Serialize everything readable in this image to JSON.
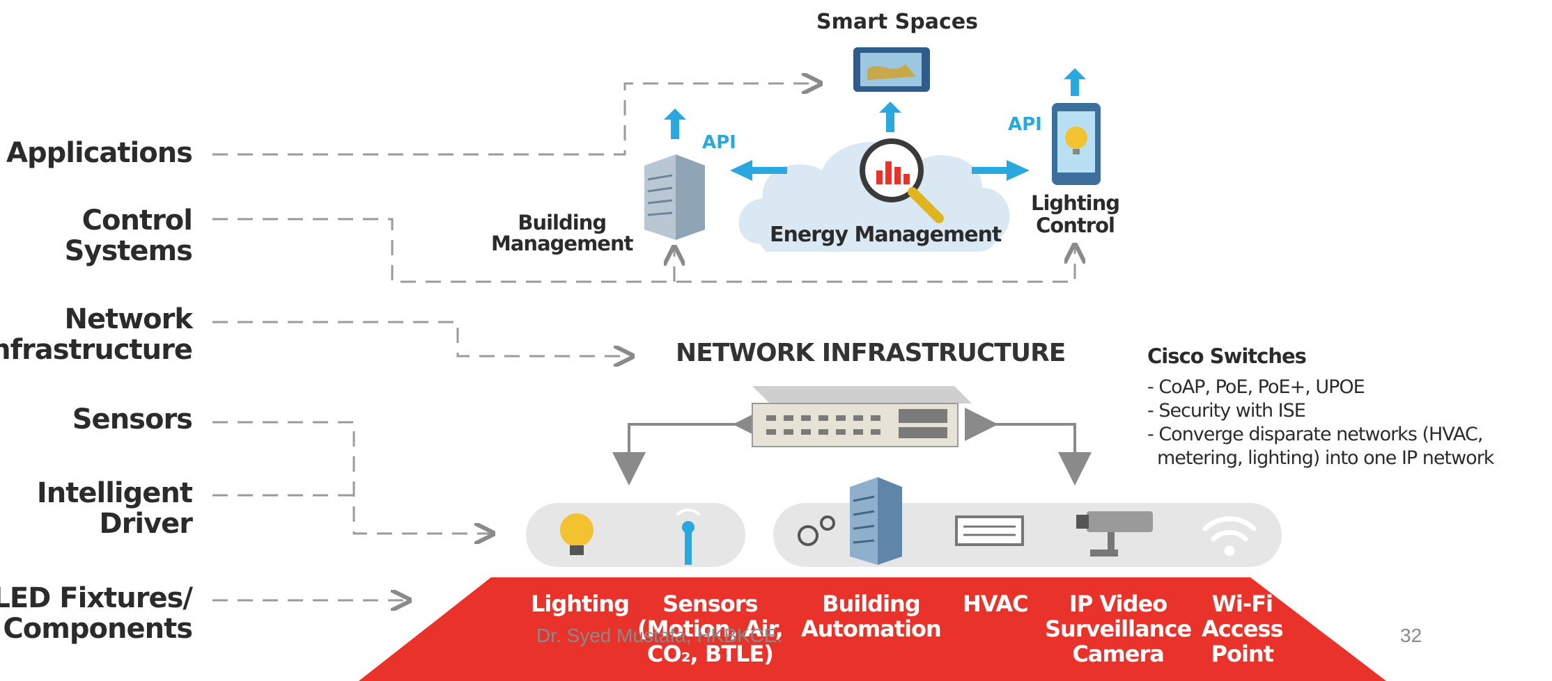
{
  "levels": {
    "applications": "Applications",
    "control_line1": "Control",
    "control_line2": "Systems",
    "network_line1": "Network",
    "network_line2": "Infrastructure",
    "sensors": "Sensors",
    "driver_line1": "Intelligent",
    "driver_line2": "Driver",
    "led_line1": "LED Fixtures/",
    "led_line2": "Components"
  },
  "apps": {
    "smart_spaces": "Smart Spaces",
    "building_line1": "Building",
    "building_line2": "Management",
    "energy": "Energy Management",
    "lighting_line1": "Lighting",
    "lighting_line2": "Control",
    "api_left": "API",
    "api_right": "API"
  },
  "network": {
    "title": "NETWORK INFRASTRUCTURE",
    "cisco_title": "Cisco Switches",
    "cisco_items": [
      "- CoAP, PoE, PoE+, UPOE",
      "- Security with ISE",
      "- Converge disparate networks (HVAC,",
      "  metering, lighting) into one IP network"
    ]
  },
  "components": [
    {
      "line1": "Lighting",
      "line2": "",
      "line3": ""
    },
    {
      "line1": "Sensors",
      "line2": "(Motion, Air,",
      "line3": "CO₂, BTLE)"
    },
    {
      "line1": "Building",
      "line2": "Automation",
      "line3": ""
    },
    {
      "line1": "HVAC",
      "line2": "",
      "line3": ""
    },
    {
      "line1": "IP Video",
      "line2": "Surveillance",
      "line3": "Camera"
    },
    {
      "line1": "Wi-Fi",
      "line2": "Access",
      "line3": "Point"
    }
  ],
  "footer": {
    "author": "Dr. Syed Mustafa, HKBKCE.",
    "page": "32"
  },
  "colors": {
    "red": "#e8322a",
    "blue": "#29a8df",
    "gray_bar": "#e6e6e6",
    "text": "#2b2b2b"
  }
}
